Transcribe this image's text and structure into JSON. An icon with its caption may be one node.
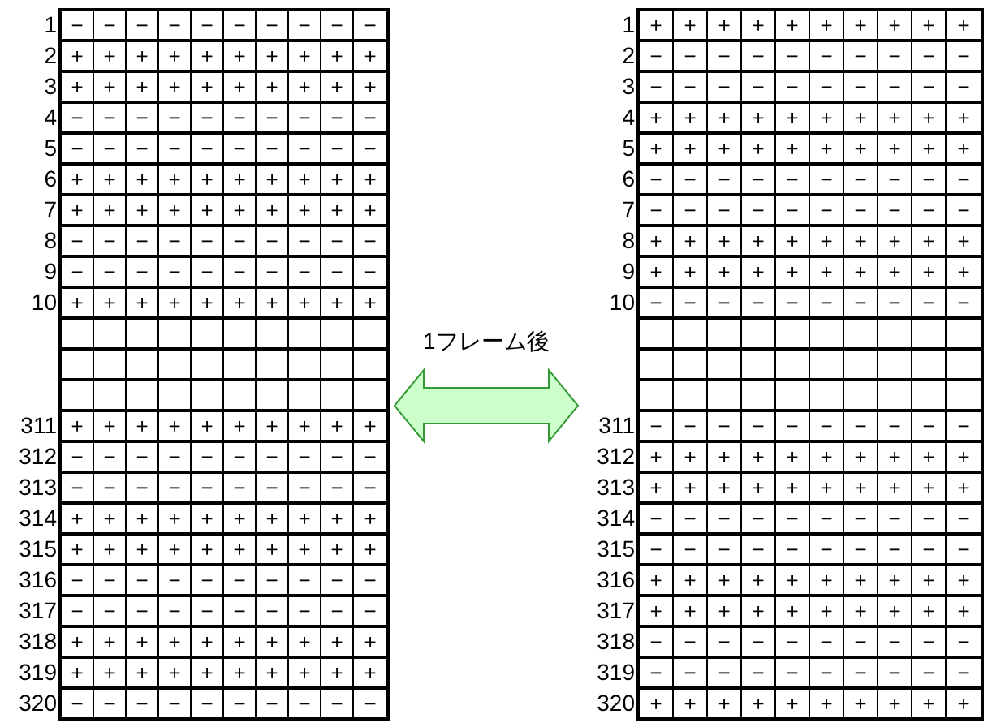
{
  "diagram": {
    "nodes": [
      {
        "text": [],
        "shape": "box"
      },
      {
        "text": [],
        "shape": "box"
      }
    ],
    "edges": [
      {
        "from": 0,
        "to": 1,
        "arrow": "both",
        "label": "1フレーム後"
      }
    ],
    "labels": [
      "1",
      "−",
      "−",
      "−",
      "−",
      "−",
      "−",
      "−",
      "−",
      "−",
      "−",
      "2",
      "+",
      "+",
      "+",
      "+",
      "+",
      "+",
      "+",
      "+",
      "+",
      "+",
      "3",
      "+",
      "+",
      "+",
      "+",
      "+",
      "+",
      "+",
      "+",
      "+",
      "+",
      "4",
      "−",
      "−",
      "−",
      "−",
      "−",
      "−",
      "−",
      "−",
      "−",
      "−",
      "5",
      "−",
      "−",
      "−",
      "−",
      "−",
      "−",
      "−",
      "−",
      "−",
      "−",
      "6",
      "+",
      "+",
      "+",
      "+",
      "+",
      "+",
      "+",
      "+",
      "+",
      "+",
      "7",
      "+",
      "+",
      "+",
      "+",
      "+",
      "+",
      "+",
      "+",
      "+",
      "+",
      "8",
      "−",
      "−",
      "−",
      "−",
      "−",
      "−",
      "−",
      "−",
      "−",
      "−",
      "9",
      "−",
      "−",
      "−",
      "−",
      "−",
      "−",
      "−",
      "−",
      "−",
      "−",
      "10",
      "+",
      "+",
      "+",
      "+",
      "+",
      "+",
      "+",
      "+",
      "+",
      "+",
      "311",
      "+",
      "+",
      "+",
      "+",
      "+",
      "+",
      "+",
      "+",
      "+",
      "+",
      "312",
      "−",
      "−",
      "−",
      "−",
      "−",
      "−",
      "−",
      "−",
      "−",
      "−",
      "313",
      "−",
      "−",
      "−",
      "−",
      "−",
      "−",
      "−",
      "−",
      "−",
      "−",
      "314",
      "+",
      "+",
      "+",
      "+",
      "+",
      "+",
      "+",
      "+",
      "+",
      "+",
      "315",
      "+",
      "+",
      "+",
      "+",
      "+",
      "+",
      "+",
      "+",
      "+",
      "+",
      "316",
      "−",
      "−",
      "−",
      "−",
      "−",
      "−",
      "−",
      "−",
      "−",
      "−",
      "317",
      "−",
      "−",
      "−",
      "−",
      "−",
      "−",
      "−",
      "−",
      "−",
      "−",
      "318",
      "+",
      "+",
      "+",
      "+",
      "+",
      "+",
      "+",
      "+",
      "+",
      "+",
      "319",
      "+",
      "+",
      "+",
      "+",
      "+",
      "+",
      "+",
      "+",
      "+",
      "+",
      "320",
      "−",
      "−",
      "−",
      "−",
      "−",
      "−",
      "−",
      "−",
      "−",
      "−",
      "1",
      "+",
      "+",
      "+",
      "+",
      "+",
      "+",
      "+",
      "+",
      "+",
      "+",
      "2",
      "−",
      "−",
      "−",
      "−",
      "−",
      "−",
      "−",
      "−",
      "−",
      "−",
      "3",
      "−",
      "−",
      "−",
      "−",
      "−",
      "−",
      "−",
      "−",
      "−",
      "−",
      "4",
      "+",
      "+",
      "+",
      "+",
      "+",
      "+",
      "+",
      "+",
      "+",
      "+",
      "5",
      "+",
      "+",
      "+",
      "+",
      "+",
      "+",
      "+",
      "+",
      "+",
      "+",
      "6",
      "−",
      "−",
      "−",
      "−",
      "−",
      "−",
      "−",
      "−",
      "−",
      "−",
      "7",
      "−",
      "−",
      "−",
      "−",
      "−",
      "−",
      "−",
      "−",
      "−",
      "−",
      "8",
      "+",
      "+",
      "+",
      "+",
      "+",
      "+",
      "+",
      "+",
      "+",
      "+",
      "9",
      "+",
      "+",
      "+",
      "+",
      "+",
      "+",
      "+",
      "+",
      "+",
      "+",
      "10",
      "−",
      "−",
      "−",
      "−",
      "−",
      "−",
      "−",
      "−",
      "−",
      "−",
      "311",
      "−",
      "−",
      "−",
      "−",
      "−",
      "−",
      "−",
      "−",
      "−",
      "−",
      "312",
      "+",
      "+",
      "+",
      "+",
      "+",
      "+",
      "+",
      "+",
      "+",
      "+",
      "313",
      "+",
      "+",
      "+",
      "+",
      "+",
      "+",
      "+",
      "+",
      "+",
      "+",
      "314",
      "−",
      "−",
      "−",
      "−",
      "−",
      "−",
      "−",
      "−",
      "−",
      "−",
      "315",
      "−",
      "−",
      "−",
      "−",
      "−",
      "−",
      "−",
      "−",
      "−",
      "−",
      "316",
      "+",
      "+",
      "+",
      "+",
      "+",
      "+",
      "+",
      "+",
      "+",
      "+",
      "317",
      "+",
      "+",
      "+",
      "+",
      "+",
      "+",
      "+",
      "+",
      "+",
      "+",
      "318",
      "−",
      "−",
      "−",
      "−",
      "−",
      "−",
      "−",
      "−",
      "−",
      "−",
      "319",
      "−",
      "−",
      "−",
      "−",
      "−",
      "−",
      "−",
      "−",
      "−",
      "−",
      "320",
      "+",
      "+",
      "+",
      "+",
      "+",
      "+",
      "+",
      "+",
      "+",
      "+"
    ]
  }
}
